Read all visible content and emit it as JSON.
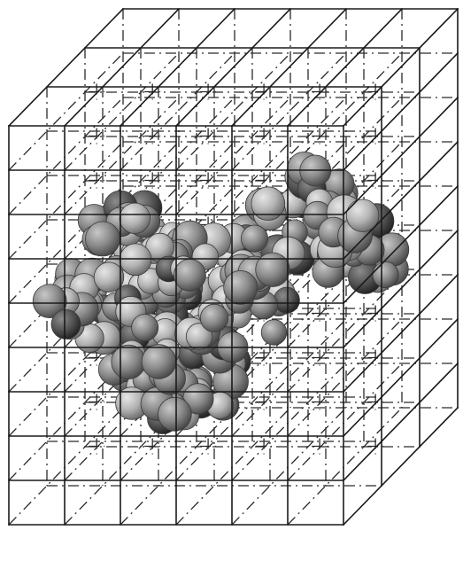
{
  "figure": {
    "kind": "3D lattice grid enclosing a space-filling molecular model",
    "grid_divisions": {
      "x": 6,
      "y": 9,
      "z": 3
    },
    "colors": {
      "line": "#1a1a1a",
      "background": "#ffffff",
      "atom_light": "#b4b4b4",
      "atom_mid": "#8a8a8a",
      "atom_dark": "#555555"
    }
  }
}
